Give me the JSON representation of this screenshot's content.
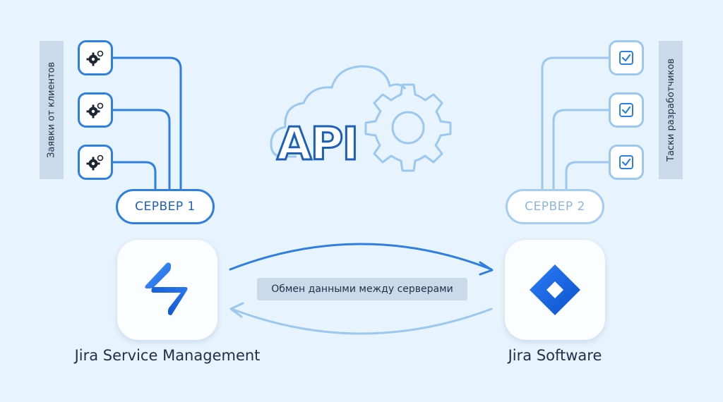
{
  "labels": {
    "client_requests": "Заявки от клиентов",
    "dev_tasks": "Таски разработчиков"
  },
  "servers": {
    "server1": "СЕРВЕР 1",
    "server2": "СЕРВЕР 2"
  },
  "api": {
    "text": "API"
  },
  "exchange": {
    "label": "Обмен данными между серверами"
  },
  "apps": {
    "left_name": "Jira Service Management",
    "right_name": "Jira Software"
  },
  "icons": {
    "client_nodes": [
      "gears-icon",
      "gears-icon",
      "gears-icon"
    ],
    "dev_nodes": [
      "checkbox-icon",
      "checkbox-icon",
      "checkbox-icon"
    ],
    "cloud": "cloud-icon",
    "gear": "gear-icon"
  },
  "colors": {
    "background": "#e7f3fd",
    "accent_dark": "#2f7fe0",
    "accent_light": "#9cc8ef",
    "label_bg": "#c9dbea"
  }
}
